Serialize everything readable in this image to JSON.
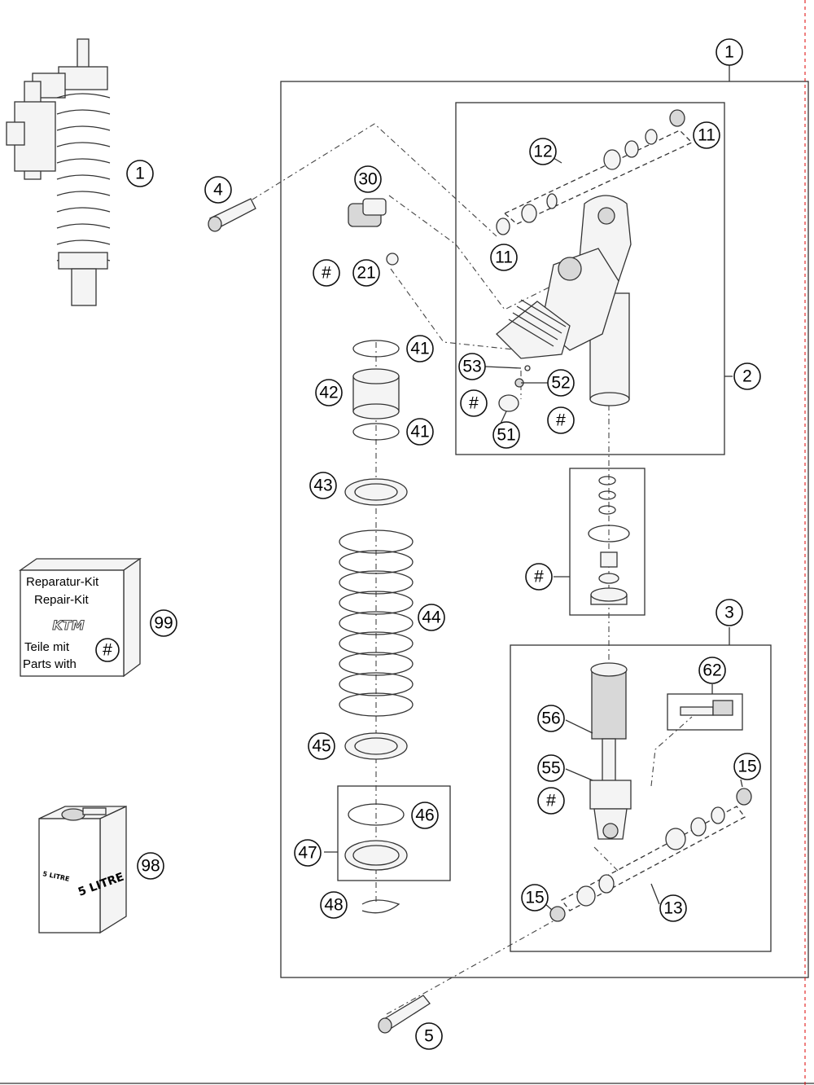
{
  "callouts": {
    "c1_top": "1",
    "c1_left": "1",
    "c2": "2",
    "c3": "3",
    "c4": "4",
    "c5": "5",
    "c11_top": "11",
    "c11_left": "11",
    "c12": "12",
    "c13": "13",
    "c15_top": "15",
    "c15_bottom": "15",
    "c21": "21",
    "c21_hash": "#",
    "c30": "30",
    "c41_top": "41",
    "c41_bottom": "41",
    "c42": "42",
    "c43": "43",
    "c44": "44",
    "c45": "45",
    "c46": "46",
    "c47": "47",
    "c48": "48",
    "c51": "51",
    "c52": "52",
    "c53": "53",
    "c55": "55",
    "c56": "56",
    "c62": "62",
    "c98": "98",
    "c99": "99",
    "hash_left": "#",
    "hash_right": "#",
    "hash_seal": "#",
    "hash_55": "#"
  },
  "repair_kit": {
    "line1": "Reparatur-Kit",
    "line2": "Repair-Kit",
    "brand": "KTM",
    "line3": "Teile mit",
    "line4": "Parts with",
    "symbol": "#"
  },
  "oil_can": {
    "label_front": "5 LITRE",
    "label_side": "5 LITRE"
  }
}
